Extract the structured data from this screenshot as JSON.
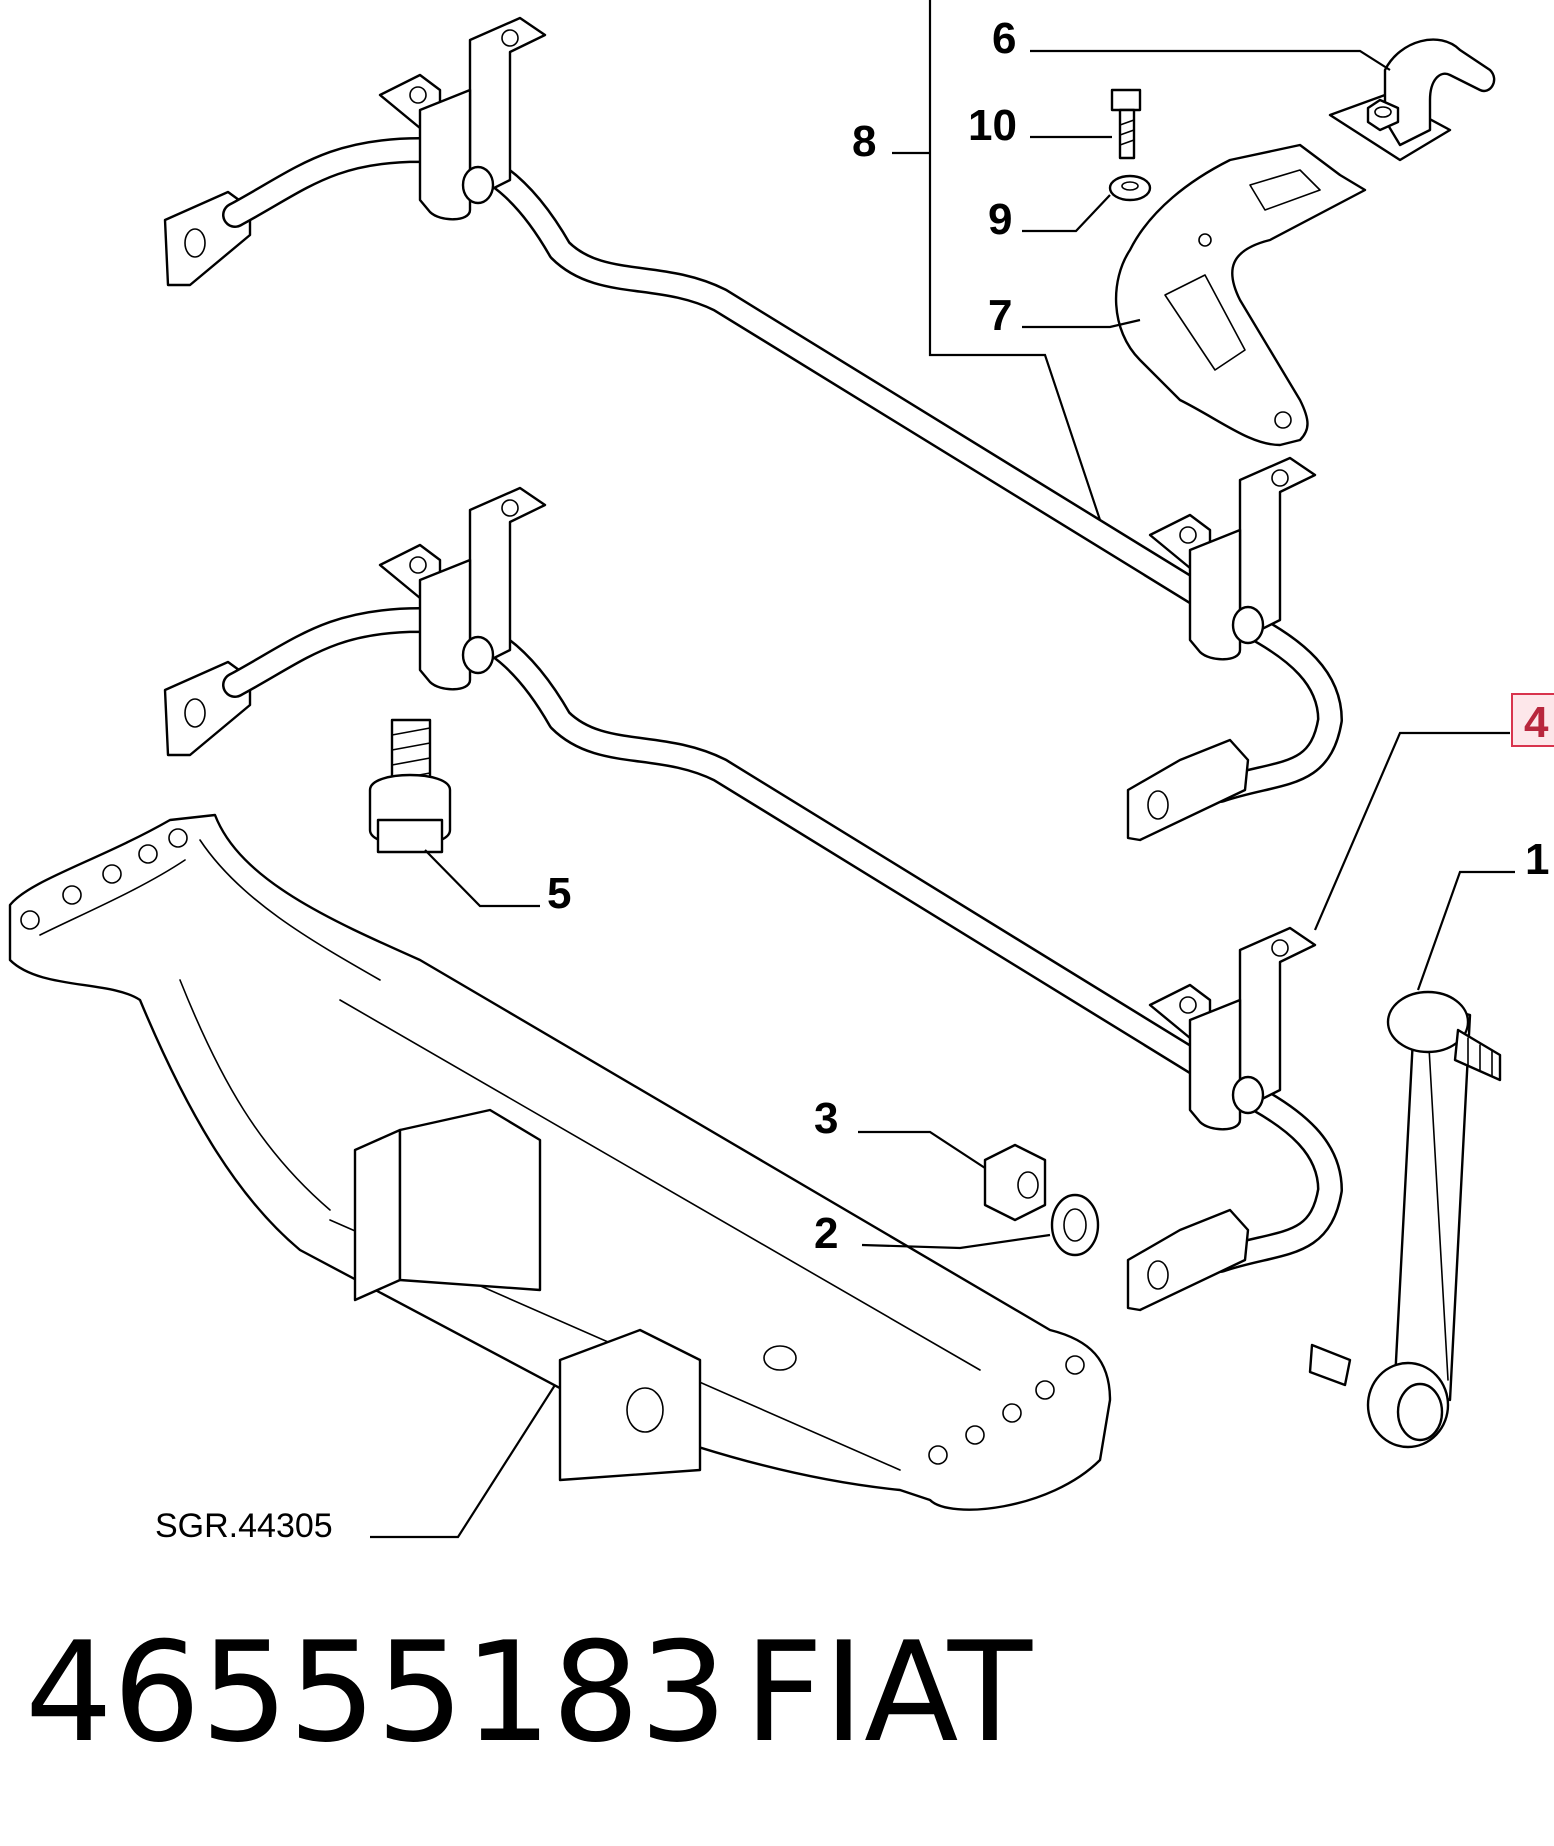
{
  "diagram": {
    "callouts": {
      "c1": "1",
      "c2": "2",
      "c3": "3",
      "c4": "4",
      "c5": "5",
      "c6": "6",
      "c7": "7",
      "c8": "8",
      "c9": "9",
      "c10": "10"
    },
    "reference": "SGR.44305",
    "highlight_color": "#d8344d"
  },
  "caption": {
    "part_number": "46555183",
    "brand": "FIAT"
  }
}
